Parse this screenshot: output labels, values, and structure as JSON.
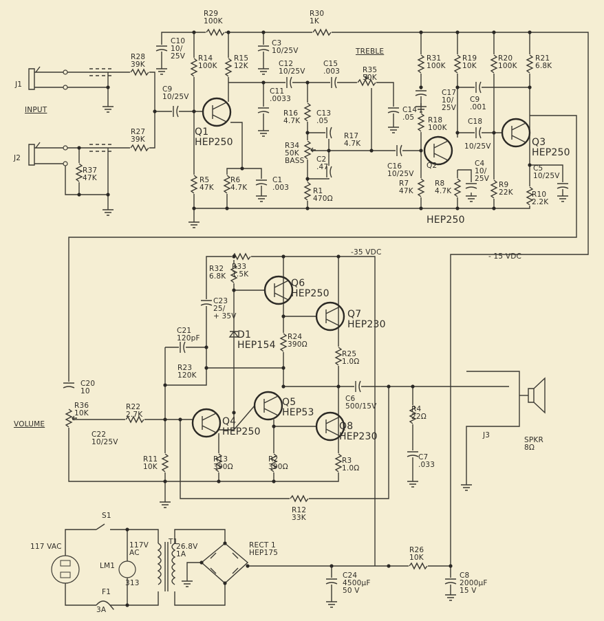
{
  "colors": {
    "paper": "#f5eed3",
    "ink": "#2e2c28"
  },
  "labels": {
    "r29": "R29\n100K",
    "r30": "R30\n1K",
    "c10": "C10\n10/\n25V",
    "r28": "R28\n39K",
    "r14": "R14\n100K",
    "r15": "R15\n12K",
    "c3": "C3\n10/25V",
    "c12": "C12\n10/25V",
    "c15": "C15\n.003",
    "treble": "TREBLE",
    "r35": "R35\n50K",
    "r31": "R31\n100K",
    "r19": "R19\n10K",
    "r20": "R20\n100K",
    "r21": "R21\n6.8K",
    "j1": "J1",
    "c9": "C9\n10/25V",
    "c11": "C11\n.0033",
    "c17": "C17\n10/\n25V",
    "c9b": "C9\n.001",
    "input": "INPUT",
    "r16": "R16\n4.7K",
    "c13": "C13\n.05",
    "c14": "C14\n.05",
    "r18": "R18\n100K",
    "c18": "C18",
    "c18v": "10/25V",
    "q1": "Q1\nHEP250",
    "r27": "R27\n39K",
    "r17": "R17\n4.7K",
    "q3": "Q3\nHEP250",
    "r34": "R34\n50K\nBASS",
    "j2": "J2",
    "c2": "C2\n.47",
    "c16": "C16\n10/25V",
    "c4": "C4\n10/\n25V",
    "q2": "Q2",
    "r37": "R37\n47K",
    "c5": "C5\n10/25V",
    "r5": "R5\n47K",
    "r6": "R6\n4.7K",
    "c1": "C1\n.003",
    "r7": "R7\n47K",
    "r8": "R8\n4.7K",
    "r9": "R9\n22K",
    "r10": "R10\n2.2K",
    "r1": "R1\n470Ω",
    "q2type": "HEP250",
    "v35": "-35 VDC",
    "v15": "- 15 VDC",
    "r32": "R32\n6.8K",
    "r33": "R33\n1.5K",
    "q6": "Q6\nHEP250",
    "c23": "C23\n25/\n+ 35V",
    "q7": "Q7\nHEP230",
    "c21": "C21\n120pF",
    "d1": "D1\nHEP154",
    "r24": "R24\n390Ω",
    "r25": "R25\n1.0Ω",
    "r23": "R23\n120K",
    "c20": "C20\n10",
    "c6": "C6\n500/15V",
    "q5": "Q5\nHEP53",
    "r36": "R36\n10K",
    "r22": "R22\n2.7K",
    "volume": "VOLUME",
    "q4": "Q4\nHEP250",
    "q8": "Q8\nHEP230",
    "c22": "C22\n10/25V",
    "r4": "R4\n22Ω",
    "c7": "C7\n.033",
    "j3": "J3",
    "spkr": "SPKR\n8Ω",
    "r11": "R11\n10K",
    "r13": "R13\n390Ω",
    "r2": "R2\n390Ω",
    "r3": "R3\n1.0Ω",
    "r12": "R12\n33K",
    "s1": "S1",
    "vac": "117 VAC",
    "t1pri": "117V\nAC",
    "t1": "T1",
    "t1sec": "26.8V\n1A",
    "rect1": "RECT 1\nHEP175",
    "lm1": "LM1",
    "r26": "R26\n10K",
    "lm1type": "313",
    "c24": "C24\n4500µF\n50 V",
    "c8": "C8\n2000µF\n15 V",
    "f1": "F1",
    "f1val": "3A"
  }
}
